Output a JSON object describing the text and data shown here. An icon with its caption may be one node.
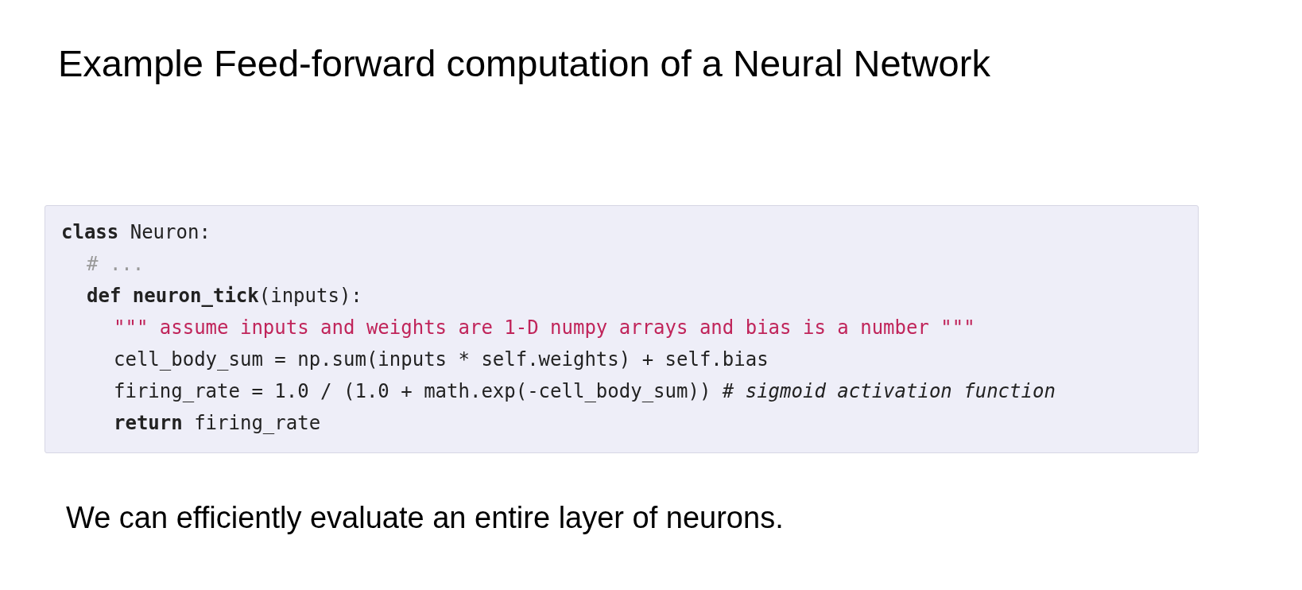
{
  "diagram": {
    "title": "Example Feed-forward computation of a Neural Network",
    "labels": [
      "**class** Neuron:",
      "# ...",
      "**def neuron_tick**(inputs):",
      "\"\"\" assume inputs and weights are 1-D numpy arrays and bias is a number \"\"\"",
      "cell_body_sum = np.sum(inputs * self.weights) + self.bias",
      "firing_rate = 1.0 / (1.0 + math.exp(-cell_body_sum)) *# sigmoid activation function*",
      "**return** firing_rate"
    ],
    "caption": "We can efficiently evaluate an entire layer of neurons."
  }
}
